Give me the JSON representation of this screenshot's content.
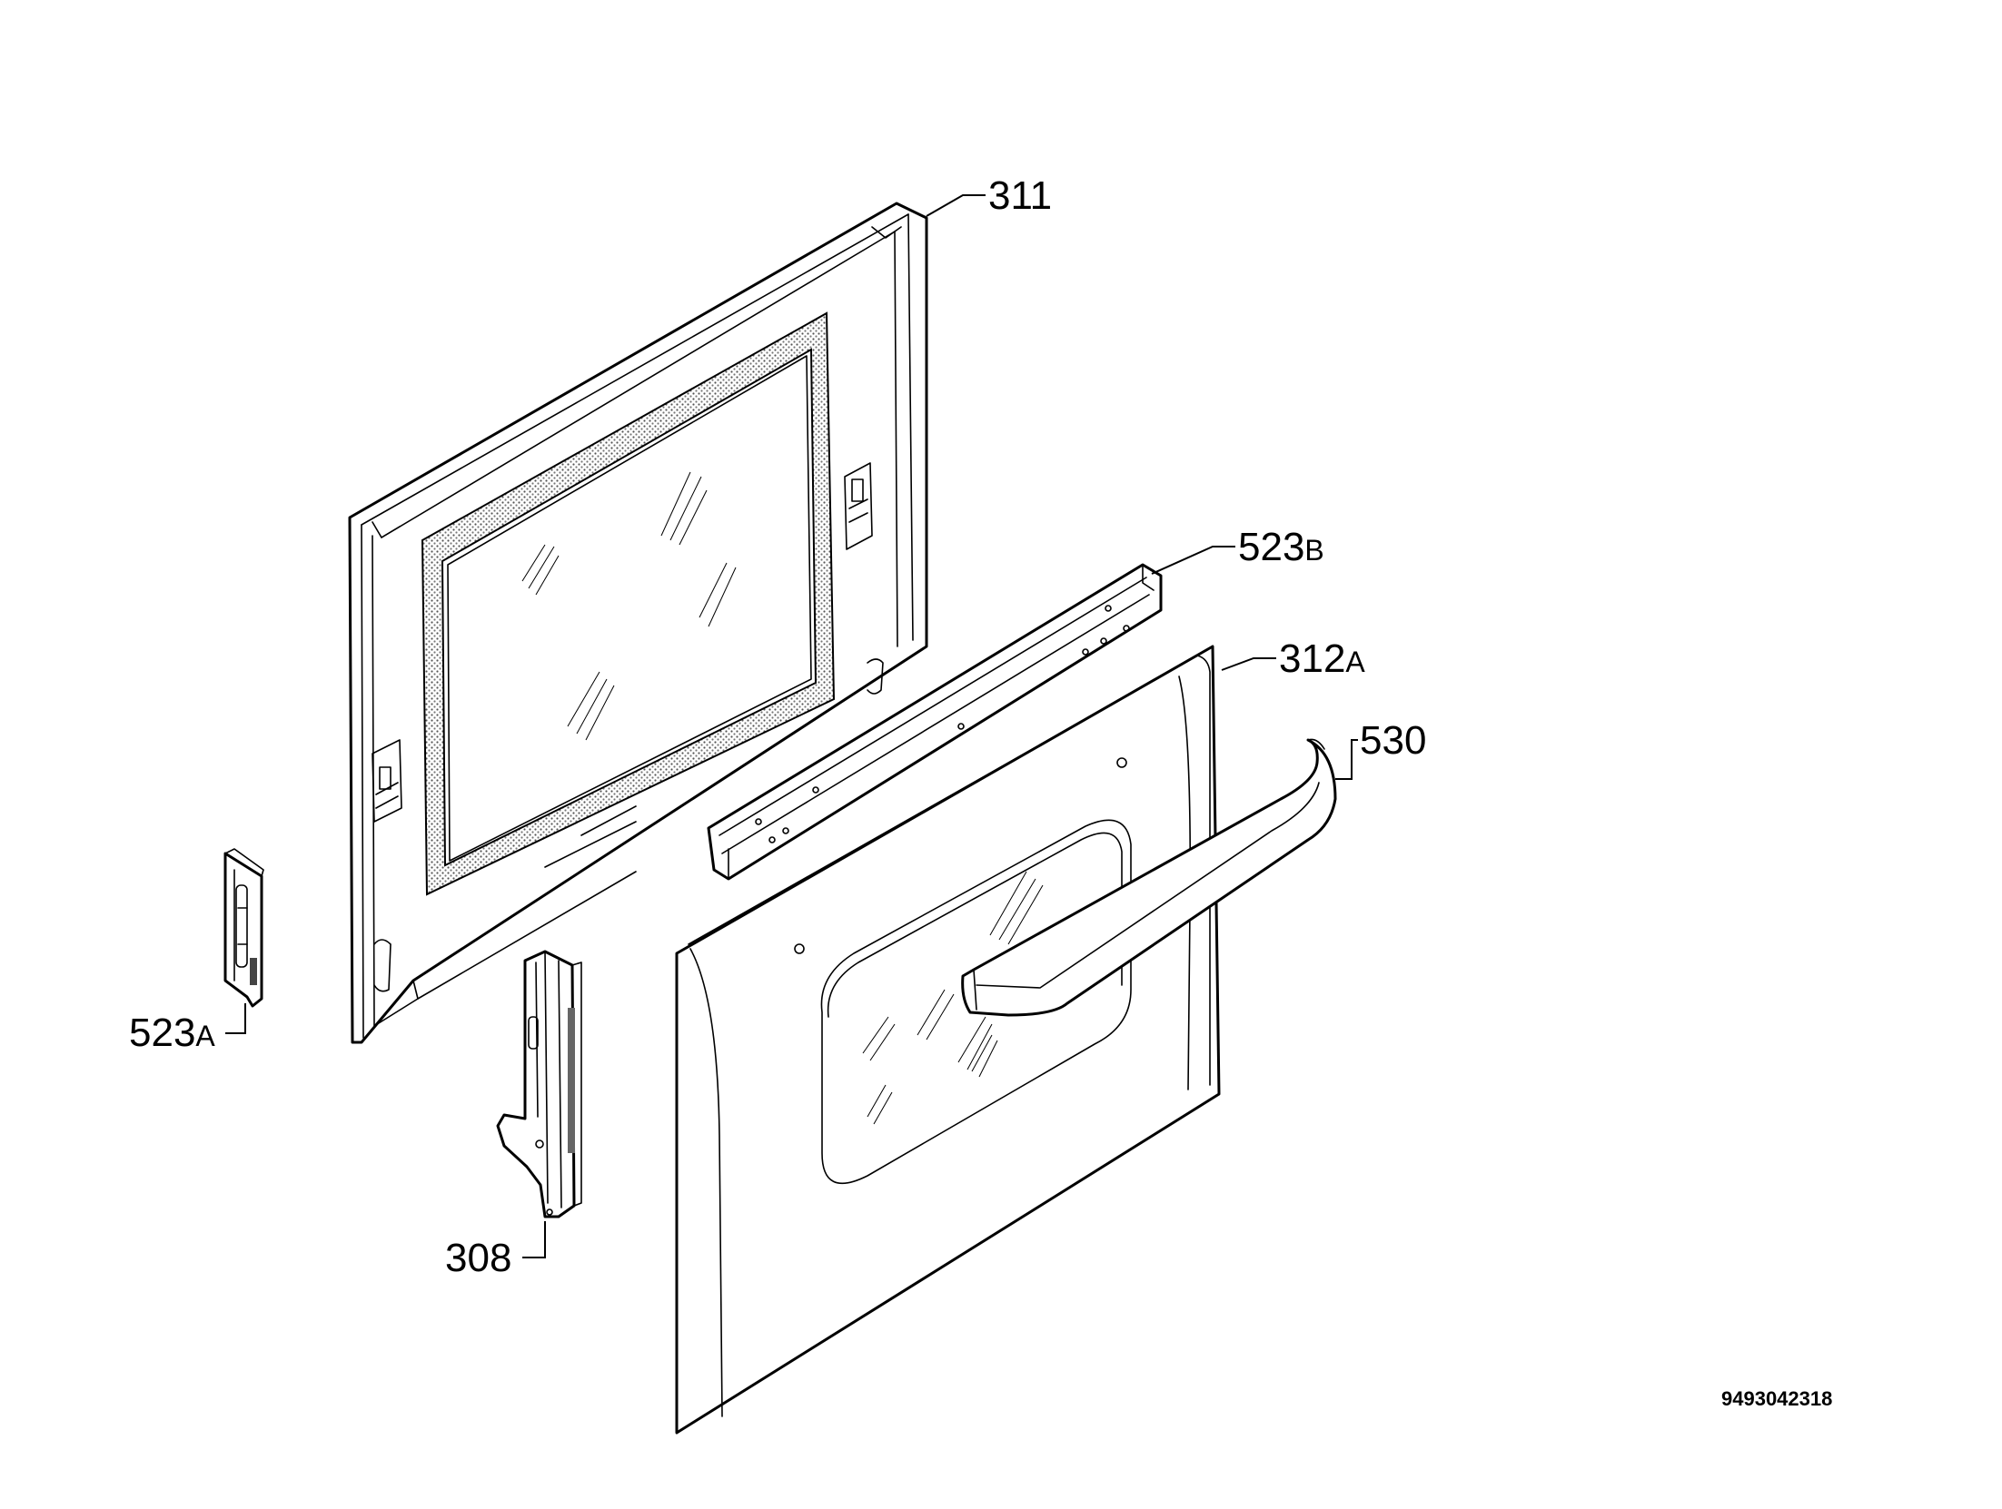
{
  "labels": {
    "inner_door": {
      "number": "311",
      "suffix": ""
    },
    "door_profile": {
      "number": "523",
      "suffix": "B"
    },
    "outer_door": {
      "number": "312",
      "suffix": "A"
    },
    "handle": {
      "number": "530",
      "suffix": ""
    },
    "side_bracket": {
      "number": "523",
      "suffix": "A"
    },
    "hinge": {
      "number": "308",
      "suffix": ""
    }
  },
  "drawing_code": "9493042318"
}
